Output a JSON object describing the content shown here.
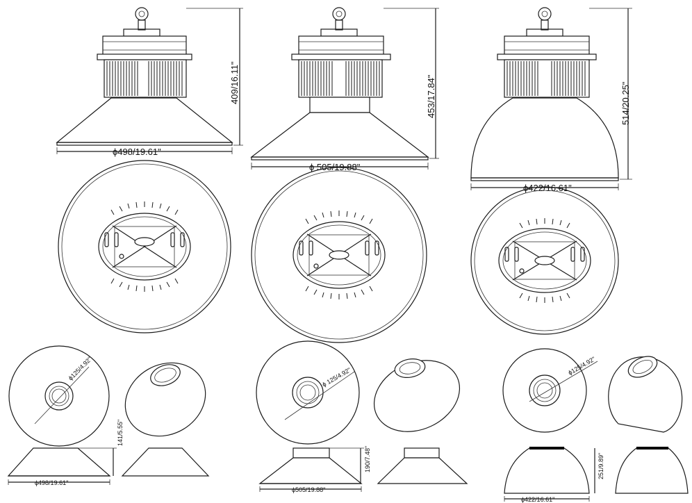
{
  "lamps": [
    {
      "height": "409/16.11\"",
      "diameter": "ϕ498/19.61\""
    },
    {
      "height": "453/17.84\"",
      "diameter": "ϕ 505/19.88\""
    },
    {
      "height": "514/20.25\"",
      "diameter": "ϕ422/16.61\""
    }
  ],
  "reflectors": [
    {
      "bore": "ϕ125/4.92\"",
      "height": "141/5.55\"",
      "diameter": "ϕ498/19.61\""
    },
    {
      "bore": "ϕ 125/4.92\"",
      "height": "190/7.48\"",
      "diameter": "ϕ505/19.88\""
    },
    {
      "bore": "ϕ125/4.92\"",
      "height": "251/9.89\"",
      "diameter": "ϕ422/16.61\""
    }
  ]
}
